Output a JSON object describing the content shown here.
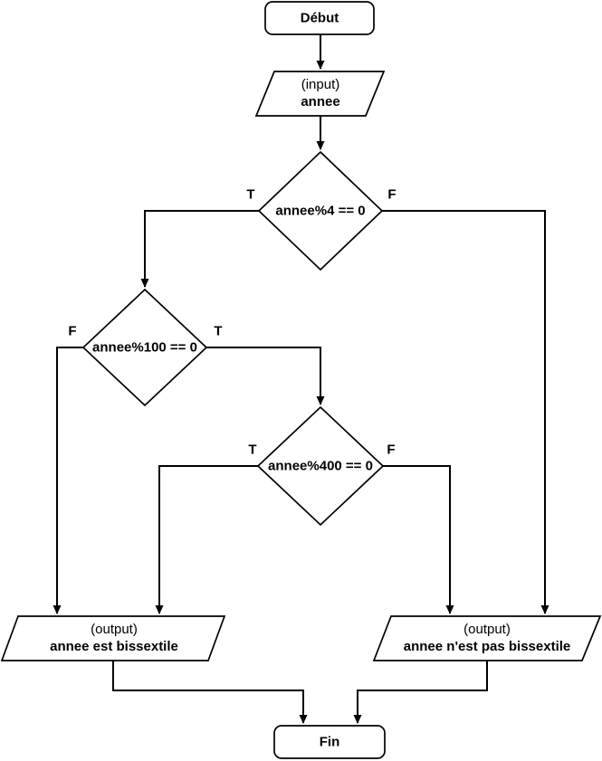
{
  "diagram": {
    "background": "#ffffff",
    "line_color": "#000000",
    "nodes": {
      "start": {
        "label": "Début",
        "type": "terminator"
      },
      "input_annee": {
        "prefix": "(input)",
        "label": "annee",
        "type": "io"
      },
      "decision_mod4": {
        "label": "annee%4 == 0",
        "type": "decision",
        "true_label": "T",
        "false_label": "F"
      },
      "decision_mod100": {
        "label": "annee%100 == 0",
        "type": "decision",
        "true_label": "T",
        "false_label": "F"
      },
      "decision_mod400": {
        "label": "annee%400 == 0",
        "type": "decision",
        "true_label": "T",
        "false_label": "F"
      },
      "output_bissextile": {
        "prefix": "(output)",
        "label": "annee est bissextile",
        "type": "io"
      },
      "output_non_bissextile": {
        "prefix": "(output)",
        "label": "annee n'est pas bissextile",
        "type": "io"
      },
      "end": {
        "label": "Fin",
        "type": "terminator"
      }
    },
    "edges": [
      {
        "from": "start",
        "to": "input_annee",
        "branch": ""
      },
      {
        "from": "input_annee",
        "to": "decision_mod4",
        "branch": ""
      },
      {
        "from": "decision_mod4",
        "to": "decision_mod100",
        "branch": "T"
      },
      {
        "from": "decision_mod4",
        "to": "output_non_bissextile",
        "branch": "F"
      },
      {
        "from": "decision_mod100",
        "to": "output_bissextile",
        "branch": "F"
      },
      {
        "from": "decision_mod100",
        "to": "decision_mod400",
        "branch": "T"
      },
      {
        "from": "decision_mod400",
        "to": "output_bissextile",
        "branch": "T"
      },
      {
        "from": "decision_mod400",
        "to": "output_non_bissextile",
        "branch": "F"
      },
      {
        "from": "output_bissextile",
        "to": "end",
        "branch": ""
      },
      {
        "from": "output_non_bissextile",
        "to": "end",
        "branch": ""
      }
    ]
  }
}
